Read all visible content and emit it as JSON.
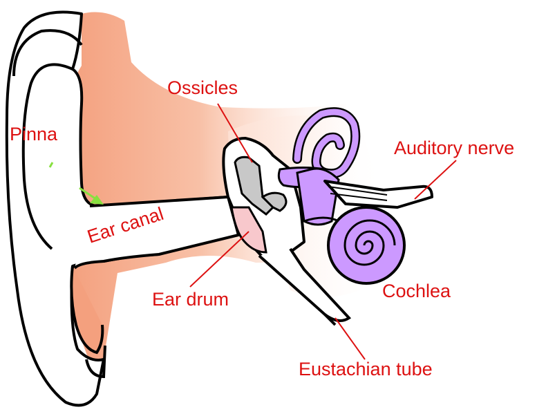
{
  "labels": {
    "pinna": "Pinna",
    "ear_canal": "Ear canal",
    "ossicles": "Ossicles",
    "ear_drum": "Ear drum",
    "auditory_nerve": "Auditory nerve",
    "cochlea": "Cochlea",
    "eustachian_tube": "Eustachian tube"
  },
  "colors": {
    "label_text": "#dd1111",
    "leader_line": "#dd1111",
    "skin": "#f4a07e",
    "inner_ear": "#cc99ff",
    "ossicles_fill": "#c8c8c8",
    "ear_drum_fill": "#f8c8cc",
    "outline": "#000000",
    "arrow": "#88e040"
  }
}
